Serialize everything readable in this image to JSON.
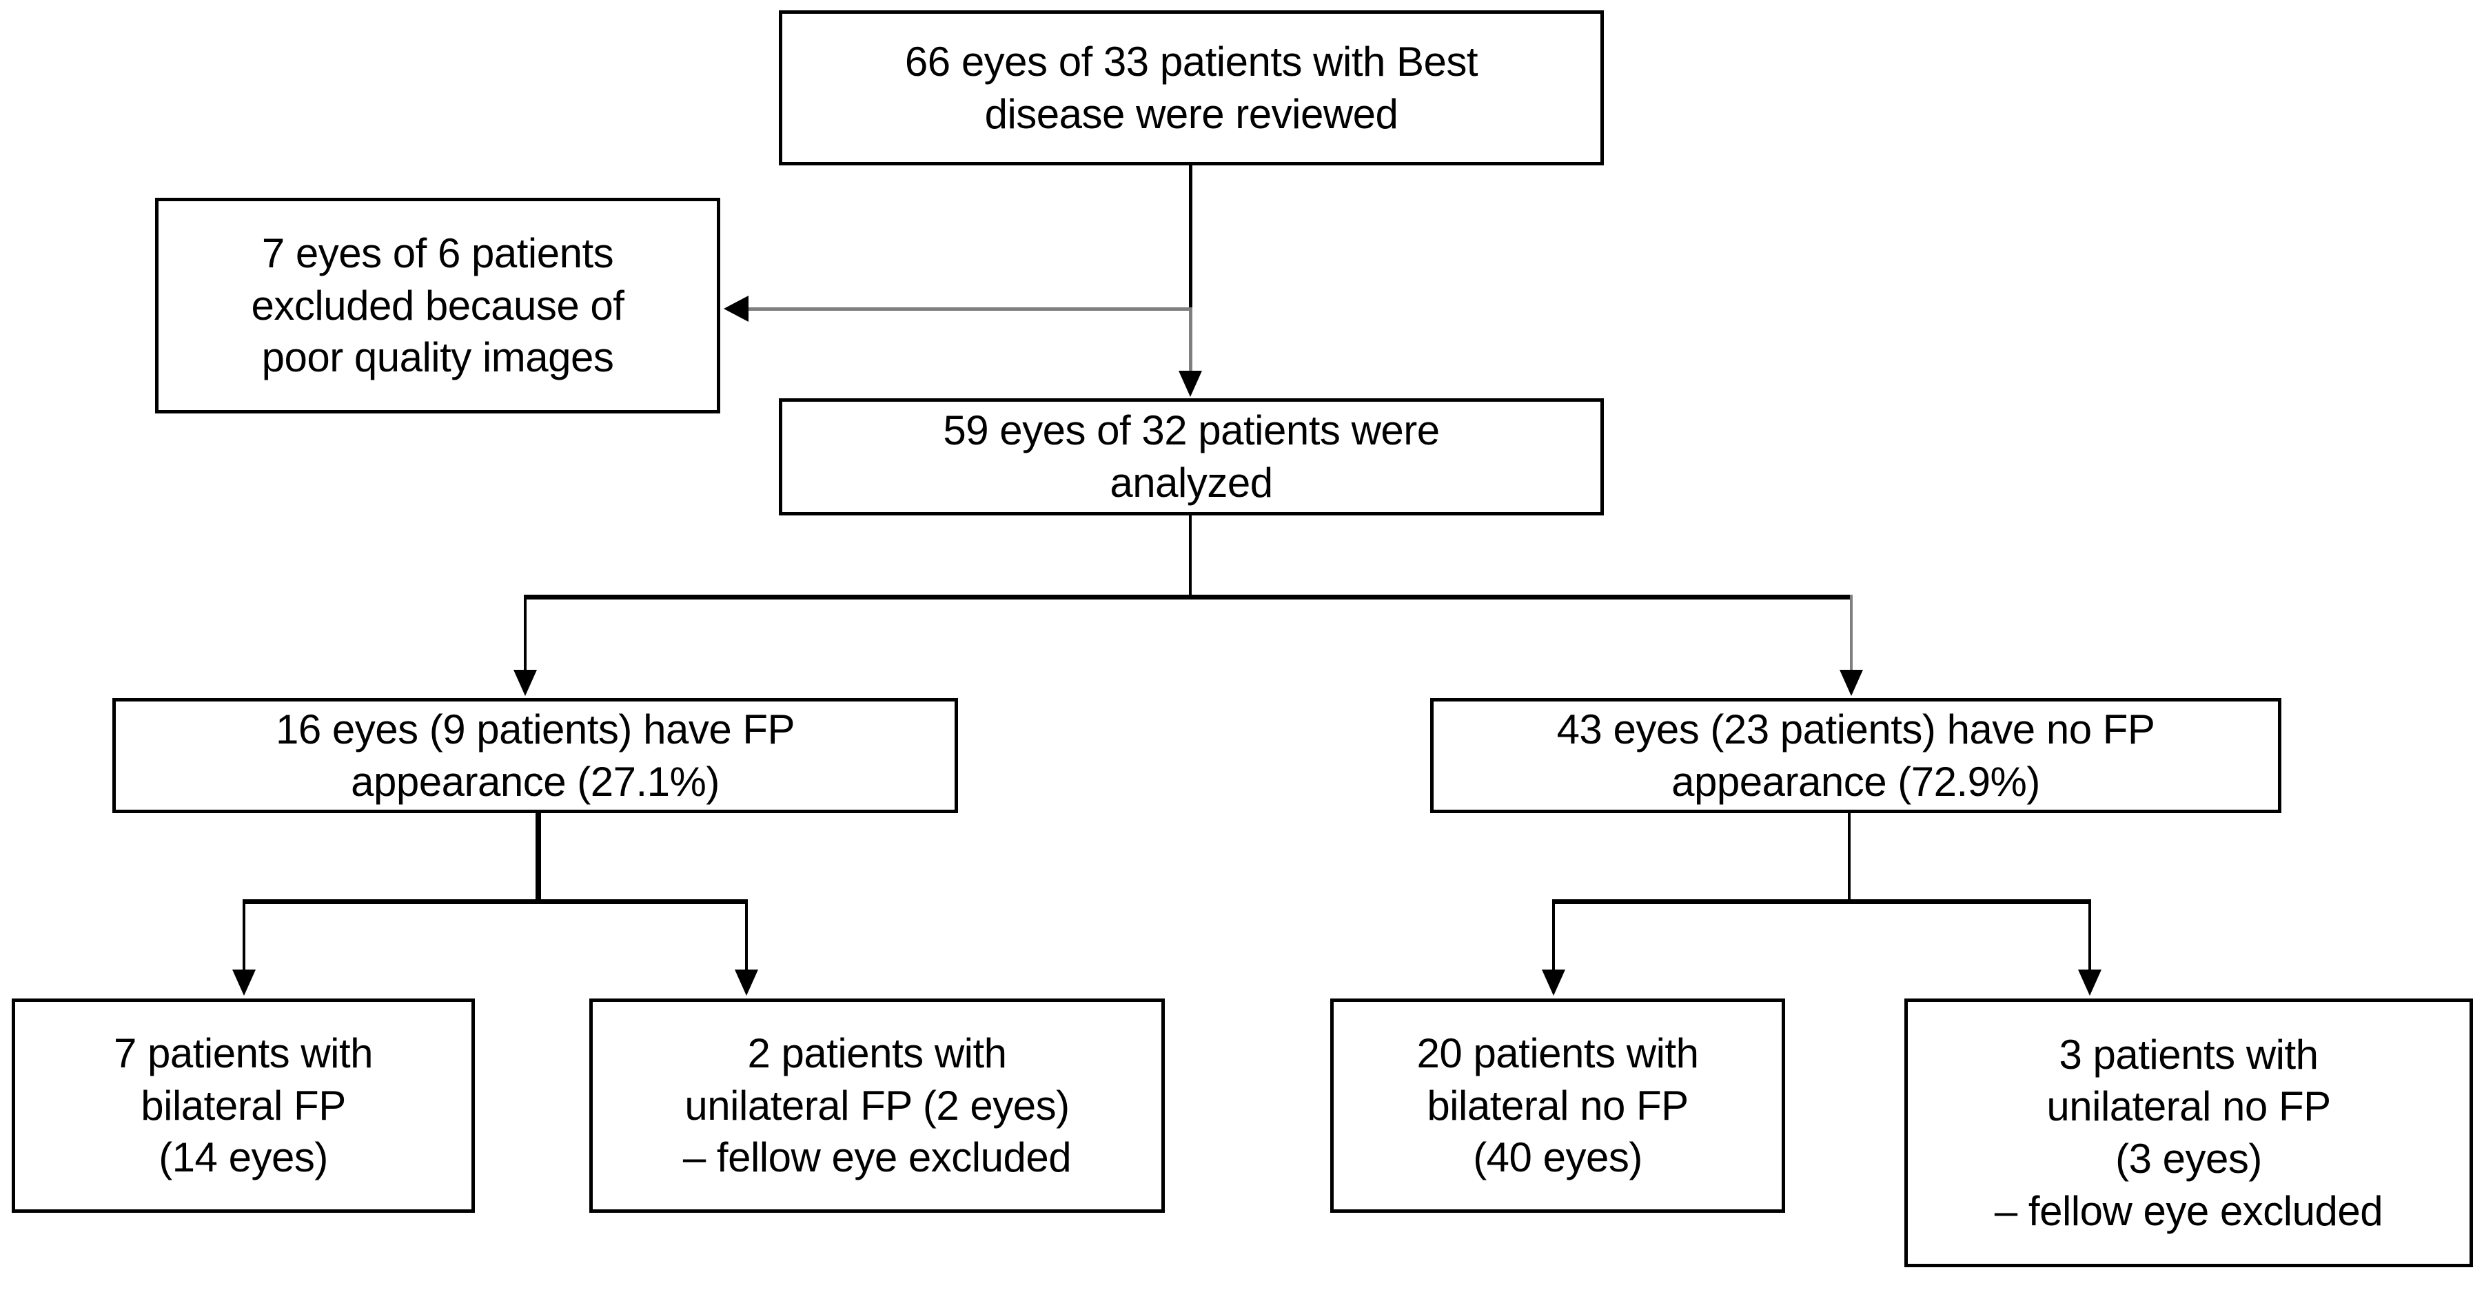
{
  "diagram": {
    "title": "Best disease study flow diagram",
    "colors": {
      "box_border": "#000000",
      "connector": "#000000",
      "connector_gray": "#7f7f7f",
      "background": "#ffffff",
      "text": "#000000"
    },
    "nodes": {
      "reviewed": "66 eyes of 33 patients with Best\ndisease were reviewed",
      "excluded": "7 eyes of 6 patients\nexcluded because of\npoor quality images",
      "analyzed": "59 eyes of 32 patients were\nanalyzed",
      "fp_group": "16 eyes (9 patients) have FP\nappearance (27.1%)",
      "nofp_group": "43 eyes (23 patients) have no FP\nappearance (72.9%)",
      "fp_bilateral": "7 patients with\nbilateral FP\n(14 eyes)",
      "fp_unilateral": "2 patients with\nunilateral FP (2 eyes)\n– fellow eye excluded",
      "nofp_bilateral": "20 patients with\nbilateral no FP\n(40 eyes)",
      "nofp_unilateral": "3 patients with\nunilateral no FP\n(3 eyes)\n– fellow eye excluded"
    },
    "edges": [
      {
        "from": "reviewed",
        "to": "analyzed",
        "arrow": "down"
      },
      {
        "from": "reviewed",
        "to": "excluded",
        "arrow": "left"
      },
      {
        "from": "analyzed",
        "to": "fp_group",
        "arrow": "down"
      },
      {
        "from": "analyzed",
        "to": "nofp_group",
        "arrow": "down"
      },
      {
        "from": "fp_group",
        "to": "fp_bilateral",
        "arrow": "down"
      },
      {
        "from": "fp_group",
        "to": "fp_unilateral",
        "arrow": "down"
      },
      {
        "from": "nofp_group",
        "to": "nofp_bilateral",
        "arrow": "down"
      },
      {
        "from": "nofp_group",
        "to": "nofp_unilateral",
        "arrow": "down"
      }
    ],
    "counts": {
      "eyes_reviewed": 66,
      "patients_reviewed": 33,
      "eyes_excluded": 7,
      "patients_excluded": 6,
      "eyes_analyzed": 59,
      "patients_analyzed": 32,
      "fp_eyes": 16,
      "fp_patients": 9,
      "fp_percent": "27.1%",
      "nofp_eyes": 43,
      "nofp_patients": 23,
      "nofp_percent": "72.9%",
      "fp_bilateral_patients": 7,
      "fp_bilateral_eyes": 14,
      "fp_unilateral_patients": 2,
      "fp_unilateral_eyes": 2,
      "nofp_bilateral_patients": 20,
      "nofp_bilateral_eyes": 40,
      "nofp_unilateral_patients": 3,
      "nofp_unilateral_eyes": 3
    }
  }
}
